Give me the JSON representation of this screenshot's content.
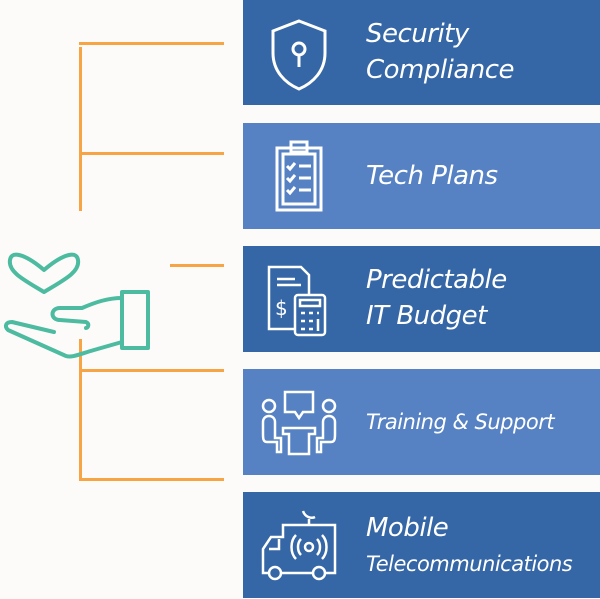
{
  "colors": {
    "dark_box": "#3566a5",
    "light_box": "#5682c4",
    "connector": "#f7a445",
    "hand_icon": "#4dbba0",
    "background": "#fdfbfa"
  },
  "items": [
    {
      "line1": "Security",
      "line2": "Compliance",
      "icon": "shield-lock-icon"
    },
    {
      "line1": "Tech Plans",
      "icon": "clipboard-checklist-icon"
    },
    {
      "line1": "Predictable",
      "line2": "IT Budget",
      "icon": "invoice-calculator-icon"
    },
    {
      "line1": "Training & Support",
      "icon": "meeting-icon"
    },
    {
      "line1": "Mobile",
      "line2": "Telecommunications",
      "icon": "broadcast-truck-icon"
    }
  ]
}
